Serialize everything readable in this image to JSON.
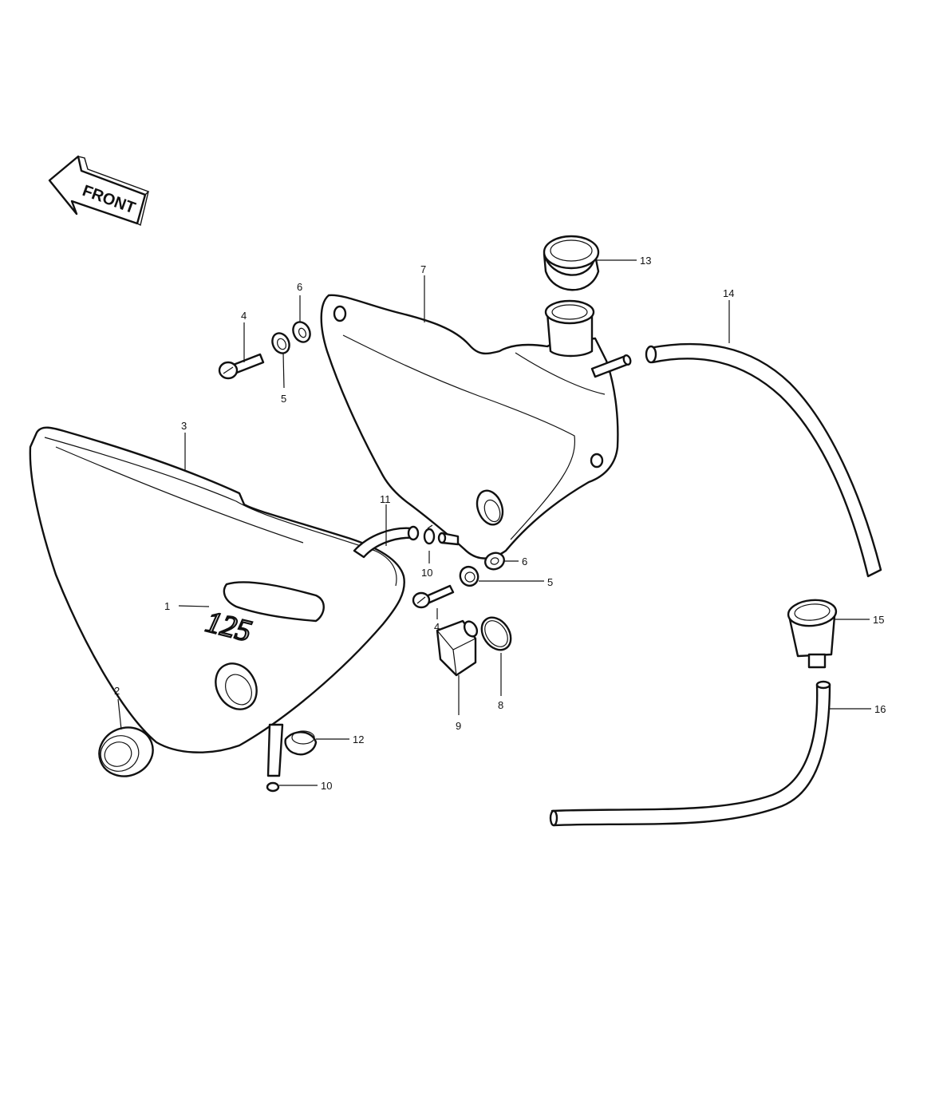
{
  "front_arrow": {
    "label": "FRONT"
  },
  "badge": {
    "text": "125"
  },
  "callouts": {
    "c1": "1",
    "c2": "2",
    "c3": "3",
    "c4a": "4",
    "c4b": "4",
    "c5a": "5",
    "c5b": "5",
    "c6a": "6",
    "c6b": "6",
    "c7": "7",
    "c8": "8",
    "c9": "9",
    "c10a": "10",
    "c10b": "10",
    "c11": "11",
    "c12": "12",
    "c13": "13",
    "c14": "14",
    "c15": "15",
    "c16": "16"
  }
}
